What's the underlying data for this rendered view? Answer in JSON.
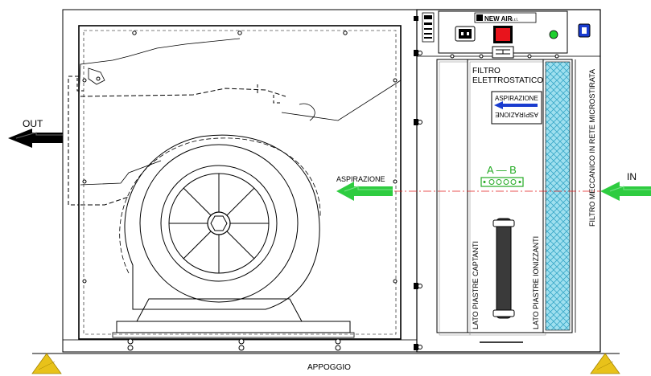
{
  "labels": {
    "out": "OUT",
    "in": "IN",
    "aspirazione_main": "ASPIRAZIONE",
    "filtro_line1": "FILTRO",
    "filtro_line2": "ELETTROSTATICO",
    "aspirazione_box": "ASPIRAZIONE",
    "aspirazione_box_mirror": "ASPIRAZIONE",
    "ab_label": "A — B",
    "lato_captanti": "LATO PIASTRE CAPTANTI",
    "lato_ionizzanti": "LATO PIASTRE IONIZZANTI",
    "filtro_meccanico": "FILTRO MECCANICO IN RETE MICROSTIRATA",
    "appoggio": "APPOGGIO",
    "brand": "NEW AIR",
    "brand_suffix": "S.r.l."
  },
  "colors": {
    "line": "#000000",
    "green_arrow": "#2ecc40",
    "green_text": "#22aa22",
    "red_switch": "#e8141c",
    "green_led": "#1fcf2e",
    "blue_arrow": "#1a3ccf",
    "mesh": "#7fd3e8",
    "support": "#e8c21a",
    "gray": "#b5b5b5",
    "centerline": "#e41b1b"
  },
  "icons": {
    "power-socket": "power-socket-icon",
    "power-switch": "power-switch-icon",
    "status-led": "status-led-icon",
    "blower-fan": "blower-fan-icon",
    "handle": "handle-icon",
    "support-foot": "support-foot-icon"
  }
}
